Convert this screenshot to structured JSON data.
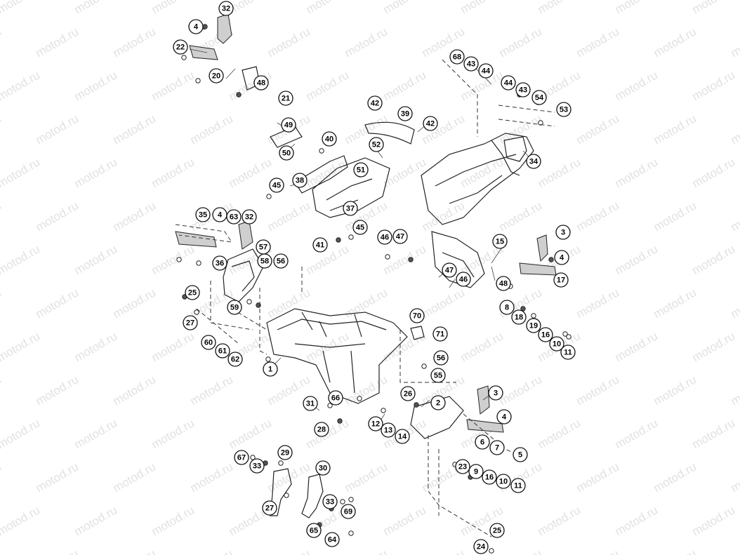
{
  "watermark": "motod.ru",
  "callouts": [
    "32",
    "4",
    "22",
    "20",
    "48",
    "21",
    "49",
    "50",
    "40",
    "38",
    "45",
    "37",
    "51",
    "52",
    "42",
    "39",
    "42",
    "41",
    "45",
    "46",
    "47",
    "68",
    "43",
    "44",
    "44",
    "43",
    "54",
    "53",
    "34",
    "35",
    "4",
    "63",
    "32",
    "57",
    "36",
    "58",
    "56",
    "59",
    "25",
    "27",
    "60",
    "61",
    "62",
    "1",
    "31",
    "66",
    "28",
    "26",
    "56",
    "55",
    "70",
    "71",
    "2",
    "3",
    "4",
    "12",
    "13",
    "14",
    "6",
    "7",
    "5",
    "3",
    "4",
    "17",
    "15",
    "47",
    "46",
    "48",
    "8",
    "18",
    "19",
    "16",
    "10",
    "11",
    "29",
    "30",
    "67",
    "33",
    "27",
    "33",
    "69",
    "65",
    "64",
    "23",
    "9",
    "16",
    "10",
    "11",
    "25",
    "24"
  ]
}
